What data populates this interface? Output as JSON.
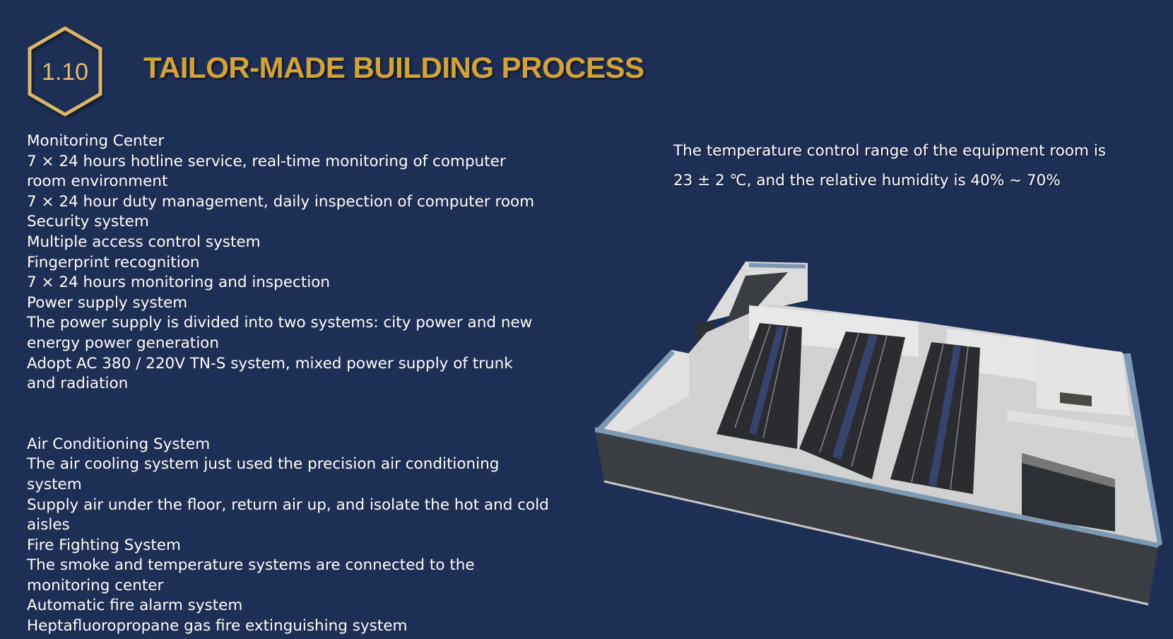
{
  "header": {
    "badge": "1.10",
    "title": "TAILOR-MADE BUILDING PROCESS"
  },
  "left_lines_a": [
    "Monitoring Center",
    "7 × 24 hours hotline service, real-time monitoring of computer",
    "room environment",
    "7 × 24 hour duty management, daily inspection of computer room",
    "Security system",
    "Multiple access control system",
    "Fingerprint recognition",
    "7 × 24 hours monitoring and inspection",
    "Power supply system",
    "The power supply is divided into two systems: city power and new",
    "energy power generation",
    "Adopt AC 380 / 220V TN-S system, mixed power supply of trunk",
    "and radiation"
  ],
  "left_lines_b": [
    "Air Conditioning System",
    "The air cooling system just used the precision air conditioning",
    "system",
    "Supply air under the floor, return air up, and isolate the hot and cold",
    "aisles",
    "Fire Fighting System",
    "The smoke and temperature systems are connected to the",
    "monitoring center",
    "Automatic fire alarm system",
    "Heptafluoropropane gas fire extinguishing system"
  ],
  "right_text": [
    "The temperature control range of the equipment room is",
    "23 ± 2 ℃, and the relative humidity is 40% ~ 70%"
  ],
  "colors": {
    "background": "#1d2f55",
    "accent": "#d4a337"
  }
}
